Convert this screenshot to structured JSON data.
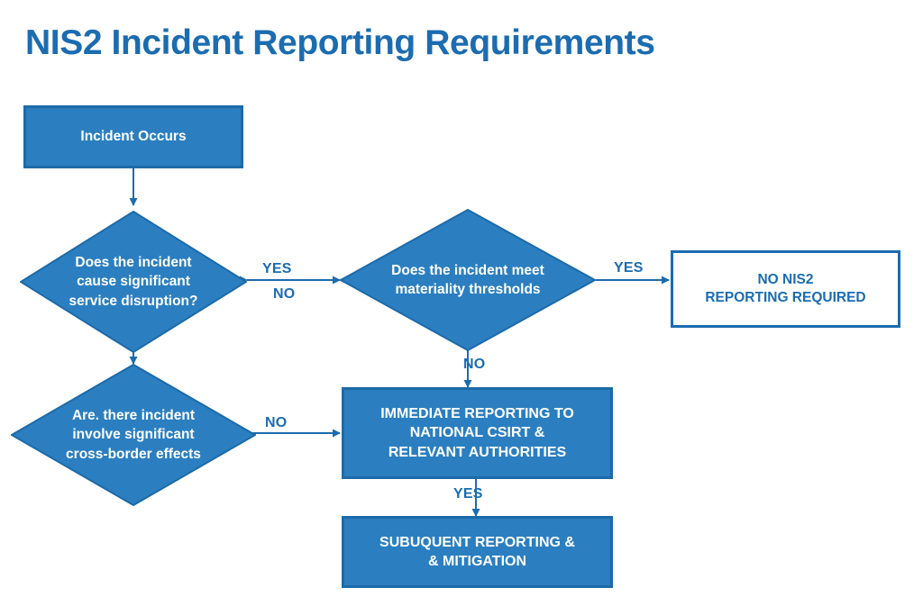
{
  "page": {
    "title": "NIS2 Incident Reporting Requirements",
    "background_color": "#ffffff",
    "accent_color": "#2b7fc0",
    "accent_dark_color": "#1b6cb0",
    "border_color": "#1c6aa8",
    "label_color": "#1b6cb0",
    "node_text_color": "#ffffff"
  },
  "nodes": {
    "start": {
      "label": "Incident Occurs",
      "shape": "rectangle",
      "style": "filled"
    },
    "decision_disruption": {
      "shape": "diamond",
      "style": "filled",
      "lines": [
        "Does the incident",
        "cause significant",
        "service disruption?"
      ]
    },
    "decision_materiality": {
      "shape": "diamond",
      "style": "filled",
      "lines": [
        "Does the incident meet",
        "materiality thresholds"
      ]
    },
    "decision_crossborder": {
      "shape": "diamond",
      "style": "filled",
      "lines": [
        "Are. there incident",
        "involve significant",
        "cross-border effects"
      ]
    },
    "no_reporting": {
      "shape": "rectangle",
      "style": "hollow",
      "lines": [
        "NO NIS2",
        "REPORTING REQUIRED"
      ]
    },
    "immediate_reporting": {
      "shape": "rectangle",
      "style": "filled",
      "lines": [
        "IMMEDIATE REPORTING TO",
        "NATIONAL CSIRT &",
        "RELEVANT AUTHORITIES"
      ]
    },
    "subsequent_reporting": {
      "shape": "rectangle",
      "style": "filled",
      "lines": [
        "SUBUQUENT REPORTING &",
        "& MITIGATION"
      ]
    }
  },
  "edge_labels": {
    "disruption_to_materiality_yes": "YES",
    "disruption_to_materiality_no": "NO",
    "materiality_to_no_reporting": "YES",
    "materiality_to_immediate": "NO",
    "crossborder_to_immediate": "NO",
    "immediate_to_subsequent": "YES"
  }
}
